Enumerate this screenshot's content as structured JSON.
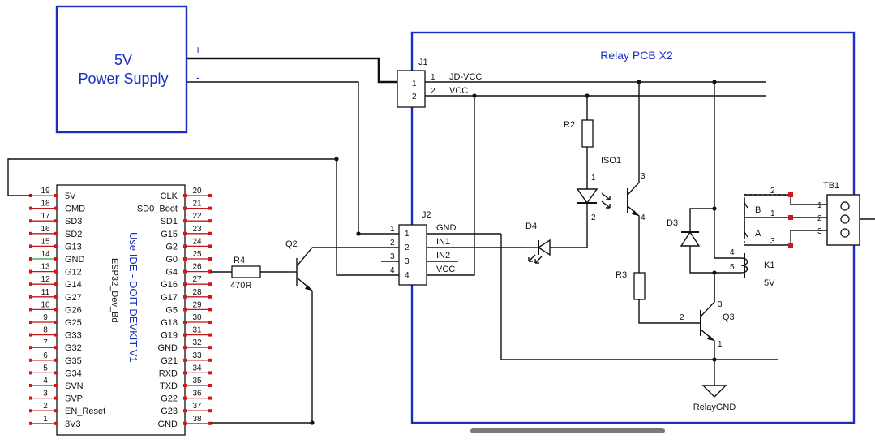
{
  "power_supply": {
    "line1": "5V",
    "line2": "Power Supply",
    "plus": "+",
    "minus": "-"
  },
  "relay_board": {
    "title": "Relay PCB X2"
  },
  "j1": {
    "ref": "J1",
    "pins": [
      {
        "num": "1",
        "sig": "1",
        "net": "JD-VCC"
      },
      {
        "num": "2",
        "sig": "2",
        "net": "VCC"
      }
    ]
  },
  "j2": {
    "ref": "J2",
    "pins": [
      {
        "num": "1",
        "sig": "1",
        "net": "GND"
      },
      {
        "num": "2",
        "sig": "2",
        "net": "IN1"
      },
      {
        "num": "3",
        "sig": "3",
        "net": "IN2"
      },
      {
        "num": "4",
        "sig": "4",
        "net": "VCC"
      }
    ]
  },
  "esp32": {
    "title": "ESP32_Dev_Bd",
    "note": "Use IDE - DOIT DEVKIT V1",
    "left_pins": [
      {
        "num": "19",
        "label": "5V"
      },
      {
        "num": "18",
        "label": "CMD"
      },
      {
        "num": "17",
        "label": "SD3"
      },
      {
        "num": "16",
        "label": "SD2"
      },
      {
        "num": "15",
        "label": "G13"
      },
      {
        "num": "14",
        "label": "GND"
      },
      {
        "num": "13",
        "label": "G12"
      },
      {
        "num": "12",
        "label": "G14"
      },
      {
        "num": "11",
        "label": "G27"
      },
      {
        "num": "10",
        "label": "G26"
      },
      {
        "num": "9",
        "label": "G25"
      },
      {
        "num": "8",
        "label": "G33"
      },
      {
        "num": "7",
        "label": "G32"
      },
      {
        "num": "6",
        "label": "G35"
      },
      {
        "num": "5",
        "label": "G34"
      },
      {
        "num": "4",
        "label": "SVN"
      },
      {
        "num": "3",
        "label": "SVP"
      },
      {
        "num": "2",
        "label": "EN_Reset"
      },
      {
        "num": "1",
        "label": "3V3"
      }
    ],
    "right_pins": [
      {
        "num": "20",
        "label": "CLK"
      },
      {
        "num": "21",
        "label": "SD0_Boot"
      },
      {
        "num": "22",
        "label": "SD1"
      },
      {
        "num": "23",
        "label": "G15"
      },
      {
        "num": "24",
        "label": "G2"
      },
      {
        "num": "25",
        "label": "G0"
      },
      {
        "num": "26",
        "label": "G4"
      },
      {
        "num": "27",
        "label": "G16"
      },
      {
        "num": "28",
        "label": "G17"
      },
      {
        "num": "29",
        "label": "G5"
      },
      {
        "num": "30",
        "label": "G18"
      },
      {
        "num": "31",
        "label": "G19"
      },
      {
        "num": "32",
        "label": "GND"
      },
      {
        "num": "33",
        "label": "G21"
      },
      {
        "num": "34",
        "label": "RXD"
      },
      {
        "num": "35",
        "label": "TXD"
      },
      {
        "num": "36",
        "label": "G22"
      },
      {
        "num": "37",
        "label": "G23"
      },
      {
        "num": "38",
        "label": "GND"
      }
    ]
  },
  "r4": {
    "ref": "R4",
    "value": "470R"
  },
  "q2": {
    "ref": "Q2"
  },
  "d4": {
    "ref": "D4"
  },
  "r2": {
    "ref": "R2"
  },
  "iso1": {
    "ref": "ISO1",
    "pin1": "1",
    "pin2": "2",
    "pin3": "3",
    "pin4": "4"
  },
  "r3": {
    "ref": "R3"
  },
  "q3": {
    "ref": "Q3",
    "pin1": "1",
    "pin2": "2",
    "pin3": "3"
  },
  "d3": {
    "ref": "D3"
  },
  "k1": {
    "ref": "K1",
    "coil_voltage": "5V",
    "pin2": "2",
    "pin1": "1",
    "pin3": "3",
    "pin4": "4",
    "pin5": "5",
    "contact_b": "B",
    "contact_a": "A"
  },
  "tb1": {
    "ref": "TB1",
    "pin1": "1",
    "pin2": "2",
    "pin3": "3"
  },
  "relay_gnd": {
    "label": "RelayGND"
  },
  "colors": {
    "outline": "#1a2fc0",
    "wire": "#111111",
    "pin_stub": "#c01818",
    "pin_stub_gnd": "#2e9a2e"
  }
}
